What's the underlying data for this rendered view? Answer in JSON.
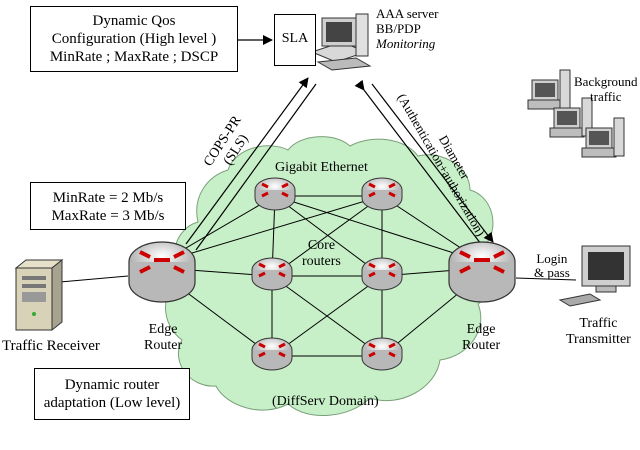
{
  "qos_box": {
    "lines": [
      "Dynamic Qos",
      "Configuration  (High level )",
      "MinRate ; MaxRate ; DSCP"
    ]
  },
  "sla_label": "SLA",
  "aaa_server": {
    "lines": [
      "AAA server",
      "BB/PDP"
    ],
    "italic_line": "Monitoring"
  },
  "background_traffic": [
    "Background",
    "traffic"
  ],
  "cops_label": [
    "COPS-PR",
    "(SLS)"
  ],
  "diameter_label": [
    "Diameter",
    "(Authentication+authorization)"
  ],
  "gigabit_label": "Gigabit Ethernet",
  "rate_box": {
    "lines": [
      "MinRate = 2 Mb/s",
      "MaxRate = 3 Mb/s"
    ]
  },
  "core_label": [
    "Core",
    "routers"
  ],
  "login_label": [
    "Login",
    "& pass"
  ],
  "traffic_receiver": "Traffic Receiver",
  "edge_router_left": [
    "Edge",
    "Router"
  ],
  "edge_router_right": [
    "Edge",
    "Router"
  ],
  "traffic_transmitter": [
    "Traffic",
    "Transmitter"
  ],
  "adaptation_box": {
    "lines": [
      "Dynamic router",
      "adaptation (Low level)"
    ]
  },
  "diffserv_label": "(DiffServ Domain)",
  "colors": {
    "cloud_fill": "#c8f0c8",
    "router_arrow": "#cc0000",
    "router_body": "#dcdcdc"
  }
}
